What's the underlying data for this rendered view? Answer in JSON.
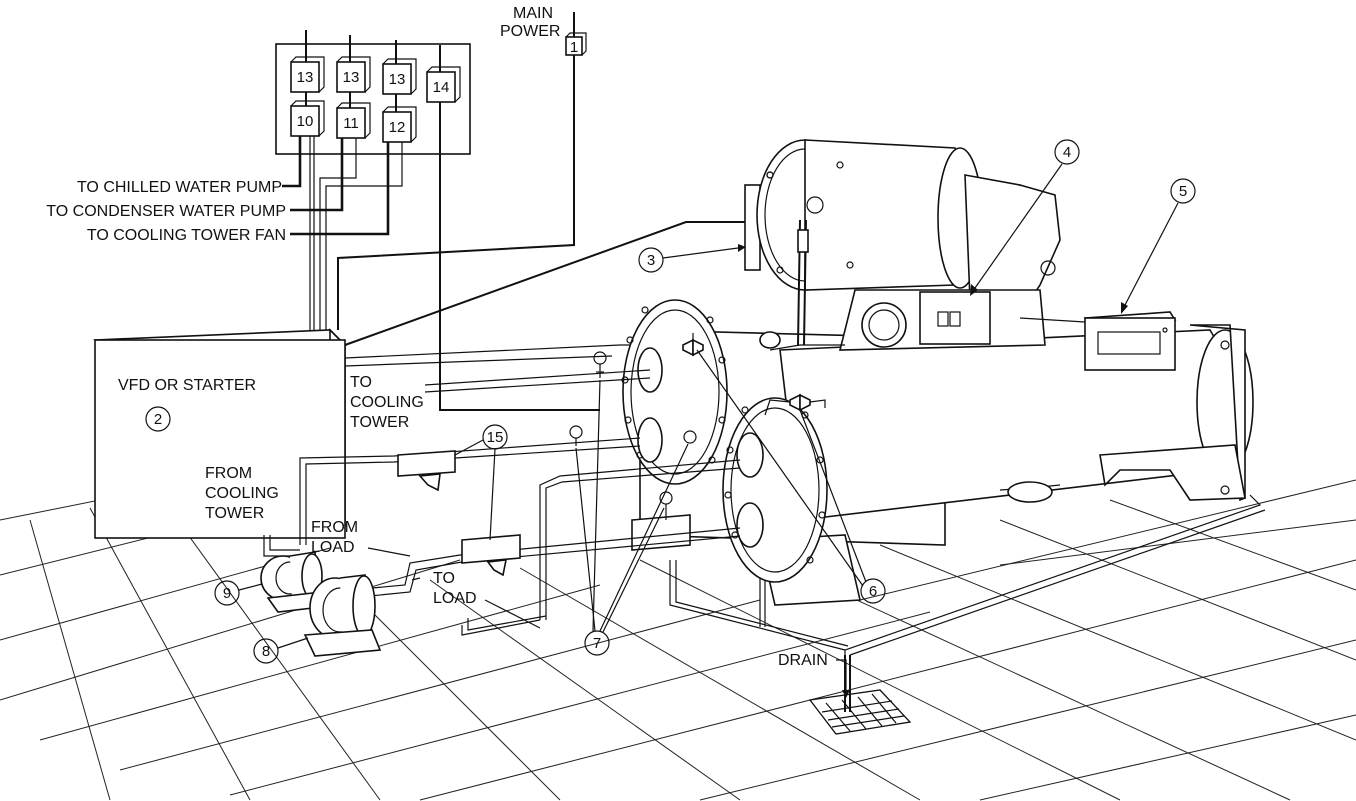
{
  "labels": {
    "main_power": [
      "MAIN",
      "POWER"
    ],
    "to_chilled_water_pump": "TO CHILLED WATER PUMP",
    "to_condenser_water_pump": "TO CONDENSER WATER PUMP",
    "to_cooling_tower_fan": "TO COOLING TOWER FAN",
    "vfd_or_starter": "VFD OR STARTER",
    "to_cooling_tower": [
      "TO",
      "COOLING",
      "TOWER"
    ],
    "from_cooling_tower": [
      "FROM",
      "COOLING",
      "TOWER"
    ],
    "from_load": [
      "FROM",
      "LOAD"
    ],
    "to_load": [
      "TO",
      "LOAD"
    ],
    "drain": "DRAIN"
  },
  "box_numbers": {
    "main_power": "1",
    "disconnect_a": "13",
    "disconnect_b": "13",
    "disconnect_c": "13",
    "disconnect_d": "14",
    "starter_a": "10",
    "starter_b": "11",
    "starter_c": "12"
  },
  "callouts": {
    "vfd": "2",
    "compressor": "3",
    "control_panel": "4",
    "display": "5",
    "valves": "6",
    "gauges": "7",
    "pump_8": "8",
    "pump_9": "9",
    "strainers": "15"
  }
}
